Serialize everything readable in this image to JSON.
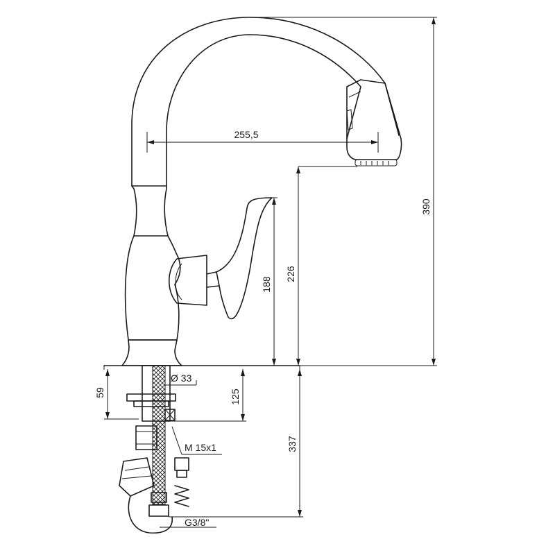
{
  "dimensions": {
    "reach": "255,5",
    "total_height": "390",
    "spout_height": "226",
    "lever_height": "188",
    "hole_diameter": "Ø 33",
    "shank_length": "125",
    "nut_height": "59",
    "hose_length": "337",
    "hose_thread": "M 15x1",
    "connection_thread": "G3/8\""
  }
}
